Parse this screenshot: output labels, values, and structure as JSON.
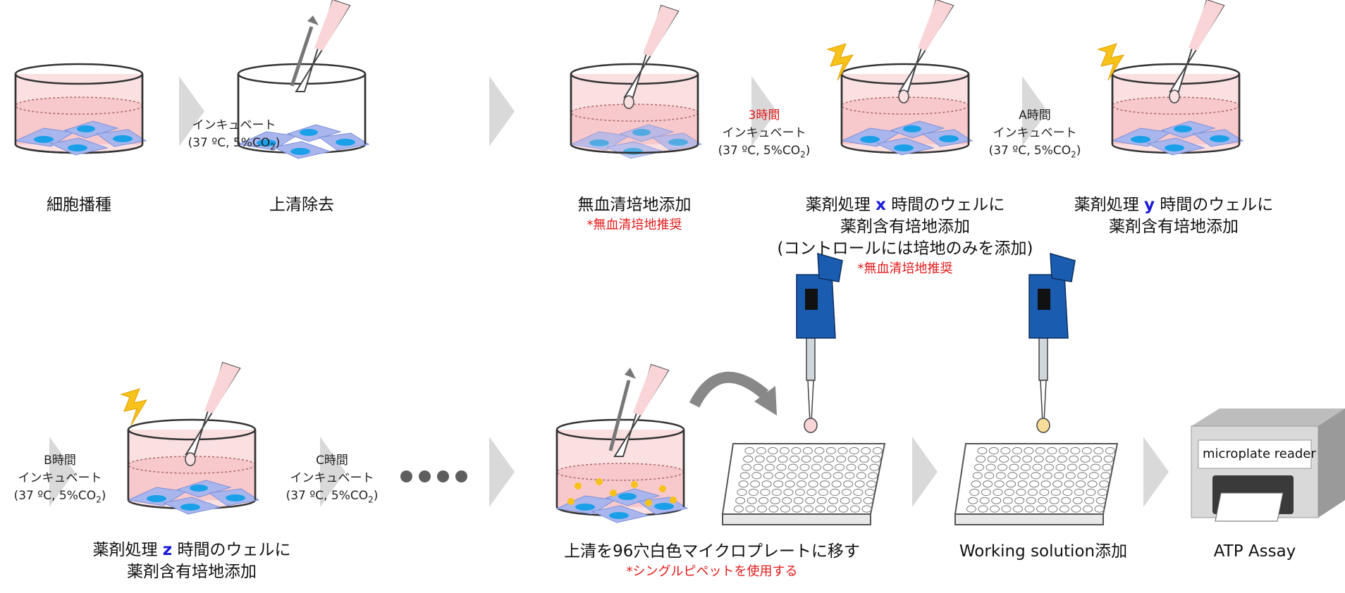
{
  "row1": {
    "steps": [
      {
        "label": "細胞播種"
      },
      {
        "label": "上清除去"
      },
      {
        "label": "無血清培地添加",
        "note": "*無血清培地推奨"
      },
      {
        "label_a": "薬剤処理 ",
        "var": "x",
        "label_b": " 時間のウェルに",
        "line2": "薬剤含有培地添加",
        "line3": "(コントロールには培地のみを添加)",
        "note": "*無血清培地推奨"
      },
      {
        "label_a": "薬剤処理 ",
        "var": "y",
        "label_b": " 時間のウェルに",
        "line2": "薬剤含有培地添加"
      }
    ],
    "incubations": [
      {
        "title": "",
        "line1": "インキュベート",
        "line2": "(37 ºC, 5%CO",
        "sub": "2",
        "line2_end": ")"
      },
      {
        "title": "3時間",
        "line1": "インキュベート",
        "line2": "(37 ºC, 5%CO",
        "sub": "2",
        "line2_end": ")"
      },
      {
        "title": "A時間",
        "line1": "インキュベート",
        "line2": "(37 ºC, 5%CO",
        "sub": "2",
        "line2_end": ")"
      }
    ]
  },
  "row2": {
    "steps": [
      {
        "label_a": "薬剤処理 ",
        "var": "z",
        "label_b": " 時間のウェルに",
        "line2": "薬剤含有培地添加"
      },
      {
        "label": "上清を96穴白色マイクロプレートに移す",
        "note": "*シングルピペットを使用する"
      },
      {
        "label": "Working solution添加"
      },
      {
        "label": "ATP Assay"
      }
    ],
    "incubations": [
      {
        "title": "B時間",
        "line1": "インキュベート",
        "line2": "(37 ºC, 5%CO",
        "sub": "2",
        "line2_end": ")"
      },
      {
        "title": "C時間",
        "line1": "インキュベート",
        "line2": "(37 ºC, 5%CO",
        "sub": "2",
        "line2_end": ")"
      }
    ],
    "reader_label": "microplate reader"
  },
  "colors": {
    "medium": "#f7c9cc",
    "cell_blue": "#1aa0e8",
    "cell_body": "#9aa8e8",
    "arrow_grey": "#d9d9d9",
    "pipette_blue": "#1a5cb0",
    "lightning": "#f7c21a",
    "red_text": "#e21a1a",
    "var_blue": "#1a1adc"
  }
}
